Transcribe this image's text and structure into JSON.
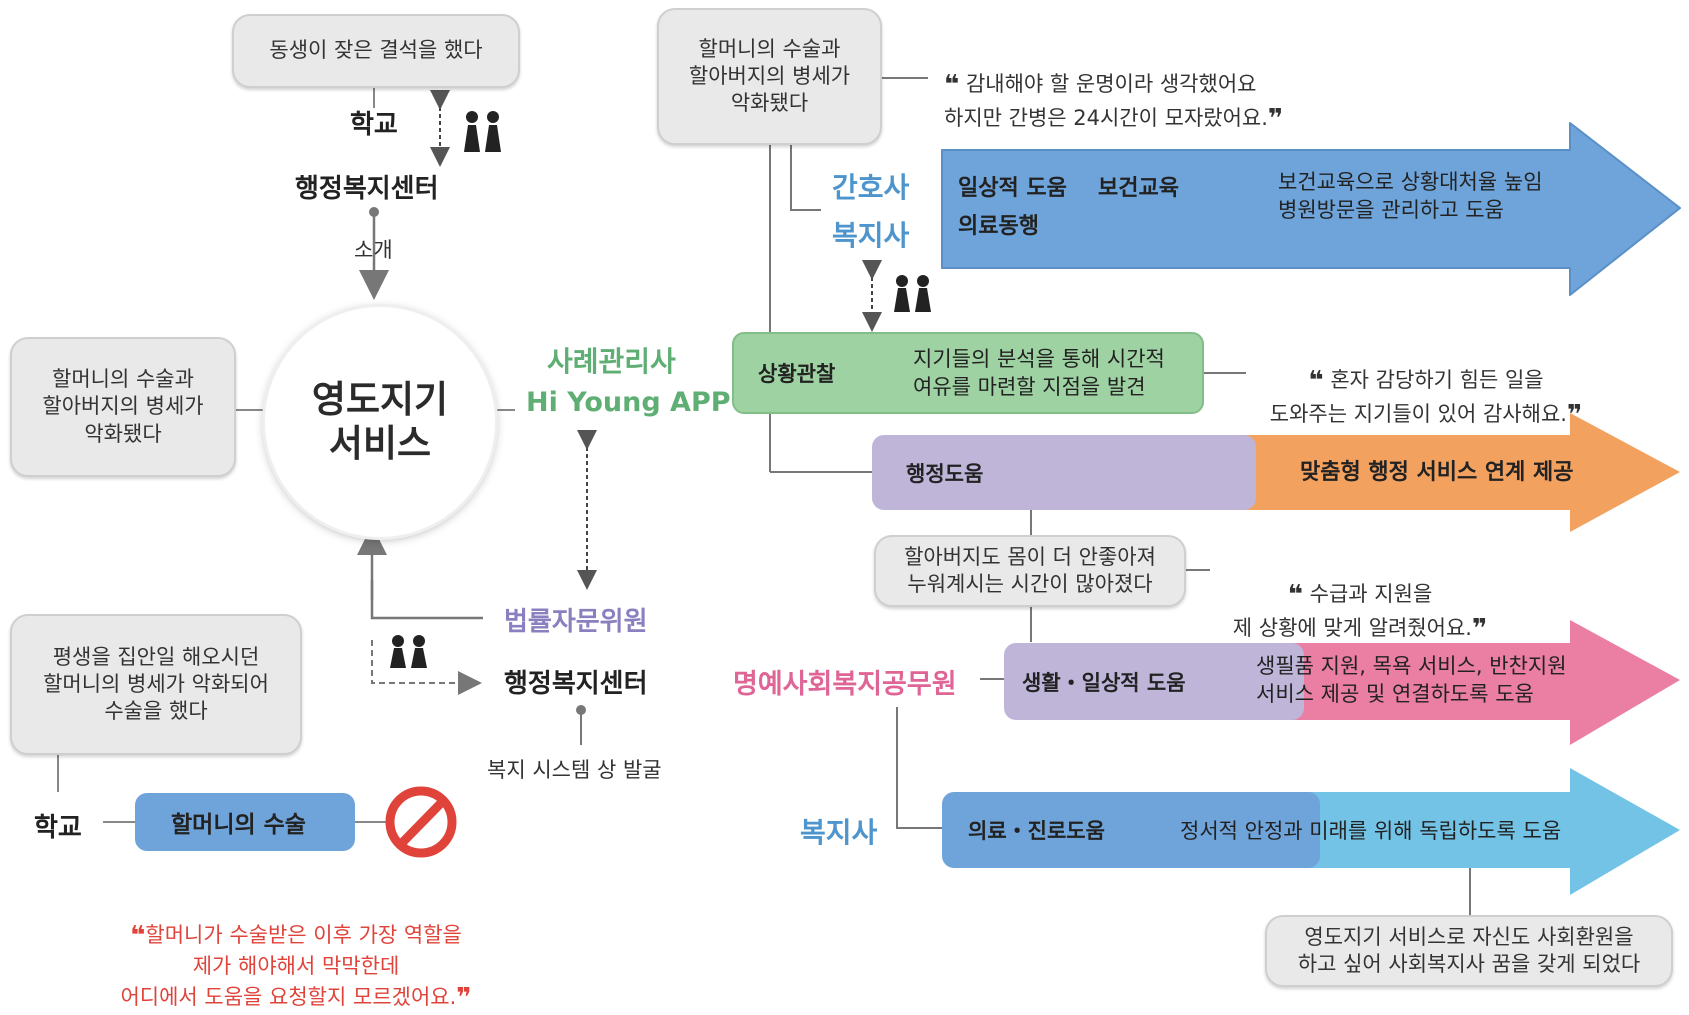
{
  "left": {
    "top_box": "동생이 잦은 결석을 했다",
    "school": "학교",
    "admin_center": "행정복지센터",
    "referral": "소개",
    "mid_box": "할머니의 수술과\n할아버지의 병세가\n악화됐다",
    "service": "영도지기\n서비스",
    "case_manager": "사례관리사",
    "app": "Hi Young APP",
    "legal_advisor": "법률자문위원",
    "admin_center2": "행정복지센터",
    "discovery": "복지 시스템 상 발굴",
    "bottom_box": "평생을 집안일 해오시던\n할머니의 병세가 악화되어\n수술을 했다",
    "school2": "학교",
    "surgery_pill": "할머니의 수술",
    "quote": "할머니가 수술받은 이후 가장 역할을\n제가 해야해서 막막한데\n어디에서 도움을 요청할지 모르겠어요."
  },
  "right": {
    "top_box": "할머니의 수술과\n할아버지의 병세가\n악화됐다",
    "quote1": "감내해야 할 운명이라 생각했어요\n하지만 간병은 24시간이 모자랐어요.",
    "nurse": "간호사",
    "social_worker": "복지사",
    "arrow1": {
      "items": [
        "일상적 도움",
        "보건교육",
        "의료동행"
      ],
      "desc": "보건교육으로 상황대처율 높임\n병원방문을 관리하고 도움",
      "color": "#6fa4da"
    },
    "observe": {
      "label": "상황관찰",
      "desc": "지기들의 분석을 통해 시간적\n여유를 마련할 지점을 발견",
      "color": "#9fd2a3"
    },
    "quote2": "혼자 감당하기 힘든 일을\n도와주는 지기들이 있어 감사해요.",
    "arrow2": {
      "label": "행정도움",
      "desc": "맞춤형 행정 서비스 연계 제공",
      "color": "#f3a15e",
      "pill_color": "#bfb5d9"
    },
    "grandpa_box": "할아버지도 몸이 더 안좋아져\n누워계시는 시간이 많아졌다",
    "quote3": "수급과 지원을\n제 상황에 맞게 알려줬어요.",
    "honor": "명예사회복지공무원",
    "arrow3": {
      "label": "생활・일상적 도움",
      "desc": "생필품 지원, 목욕 서비스, 반찬지원\n서비스 제공 및 연결하도록 도움",
      "color": "#ea7ea3",
      "pill_color": "#bfb5d9"
    },
    "social_worker2": "복지사",
    "arrow4": {
      "label": "의료・진로도움",
      "desc": "정서적 안정과 미래를 위해 독립하도록 도움",
      "color": "#72c3e6",
      "pill_color": "#6fa4da"
    },
    "bottom_box": "영도지기 서비스로 자신도 사회환원을\n하고 싶어 사회복지사 꿈을 갖게 되었다"
  },
  "colors": {
    "green": "#5fae73",
    "purple": "#8a7fbf",
    "pink": "#e06597",
    "blue": "#4d95cc",
    "red": "#e0433a"
  }
}
